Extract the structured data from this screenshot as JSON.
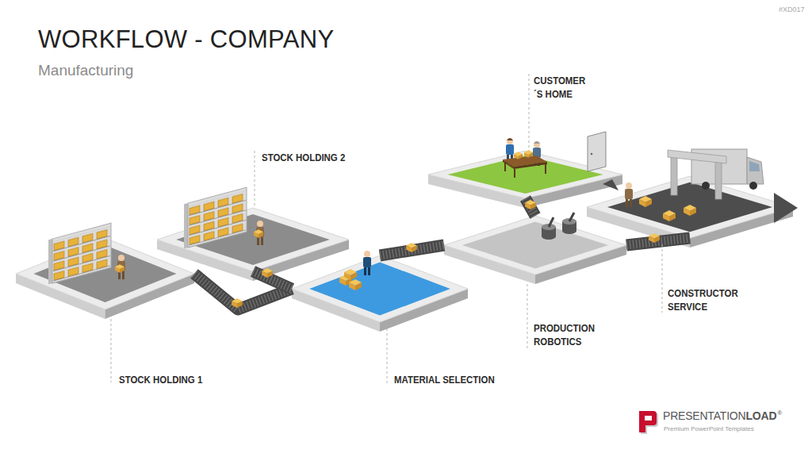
{
  "diagram": {
    "title": "WORKFLOW - COMPANY",
    "nodes": [
      {
        "text": [
          "STOCK HOLDING 1"
        ]
      },
      {
        "text": [
          "STOCK HOLDING 2"
        ]
      },
      {
        "text": [
          "MATERIAL SELECTION"
        ]
      },
      {
        "text": [
          "CUSTOMER´S HOME"
        ]
      },
      {
        "text": [
          "PRODUCTION ROBOTICS"
        ]
      },
      {
        "text": [
          "CONSTRUCTOR SERVICE"
        ]
      }
    ],
    "edges": [
      {
        "from": 0,
        "to": 2,
        "arrow": "none"
      },
      {
        "from": 1,
        "to": 2,
        "arrow": "none"
      },
      {
        "from": 2,
        "to": 4,
        "arrow": "none"
      },
      {
        "from": 3,
        "to": 4,
        "arrow": "none"
      },
      {
        "from": 4,
        "to": 5,
        "arrow": "none"
      }
    ],
    "labels": [
      "Manufacturing",
      "#XD017",
      "PRESENTATION",
      "LOAD",
      "®",
      "Premium PowerPoint Templates"
    ]
  }
}
